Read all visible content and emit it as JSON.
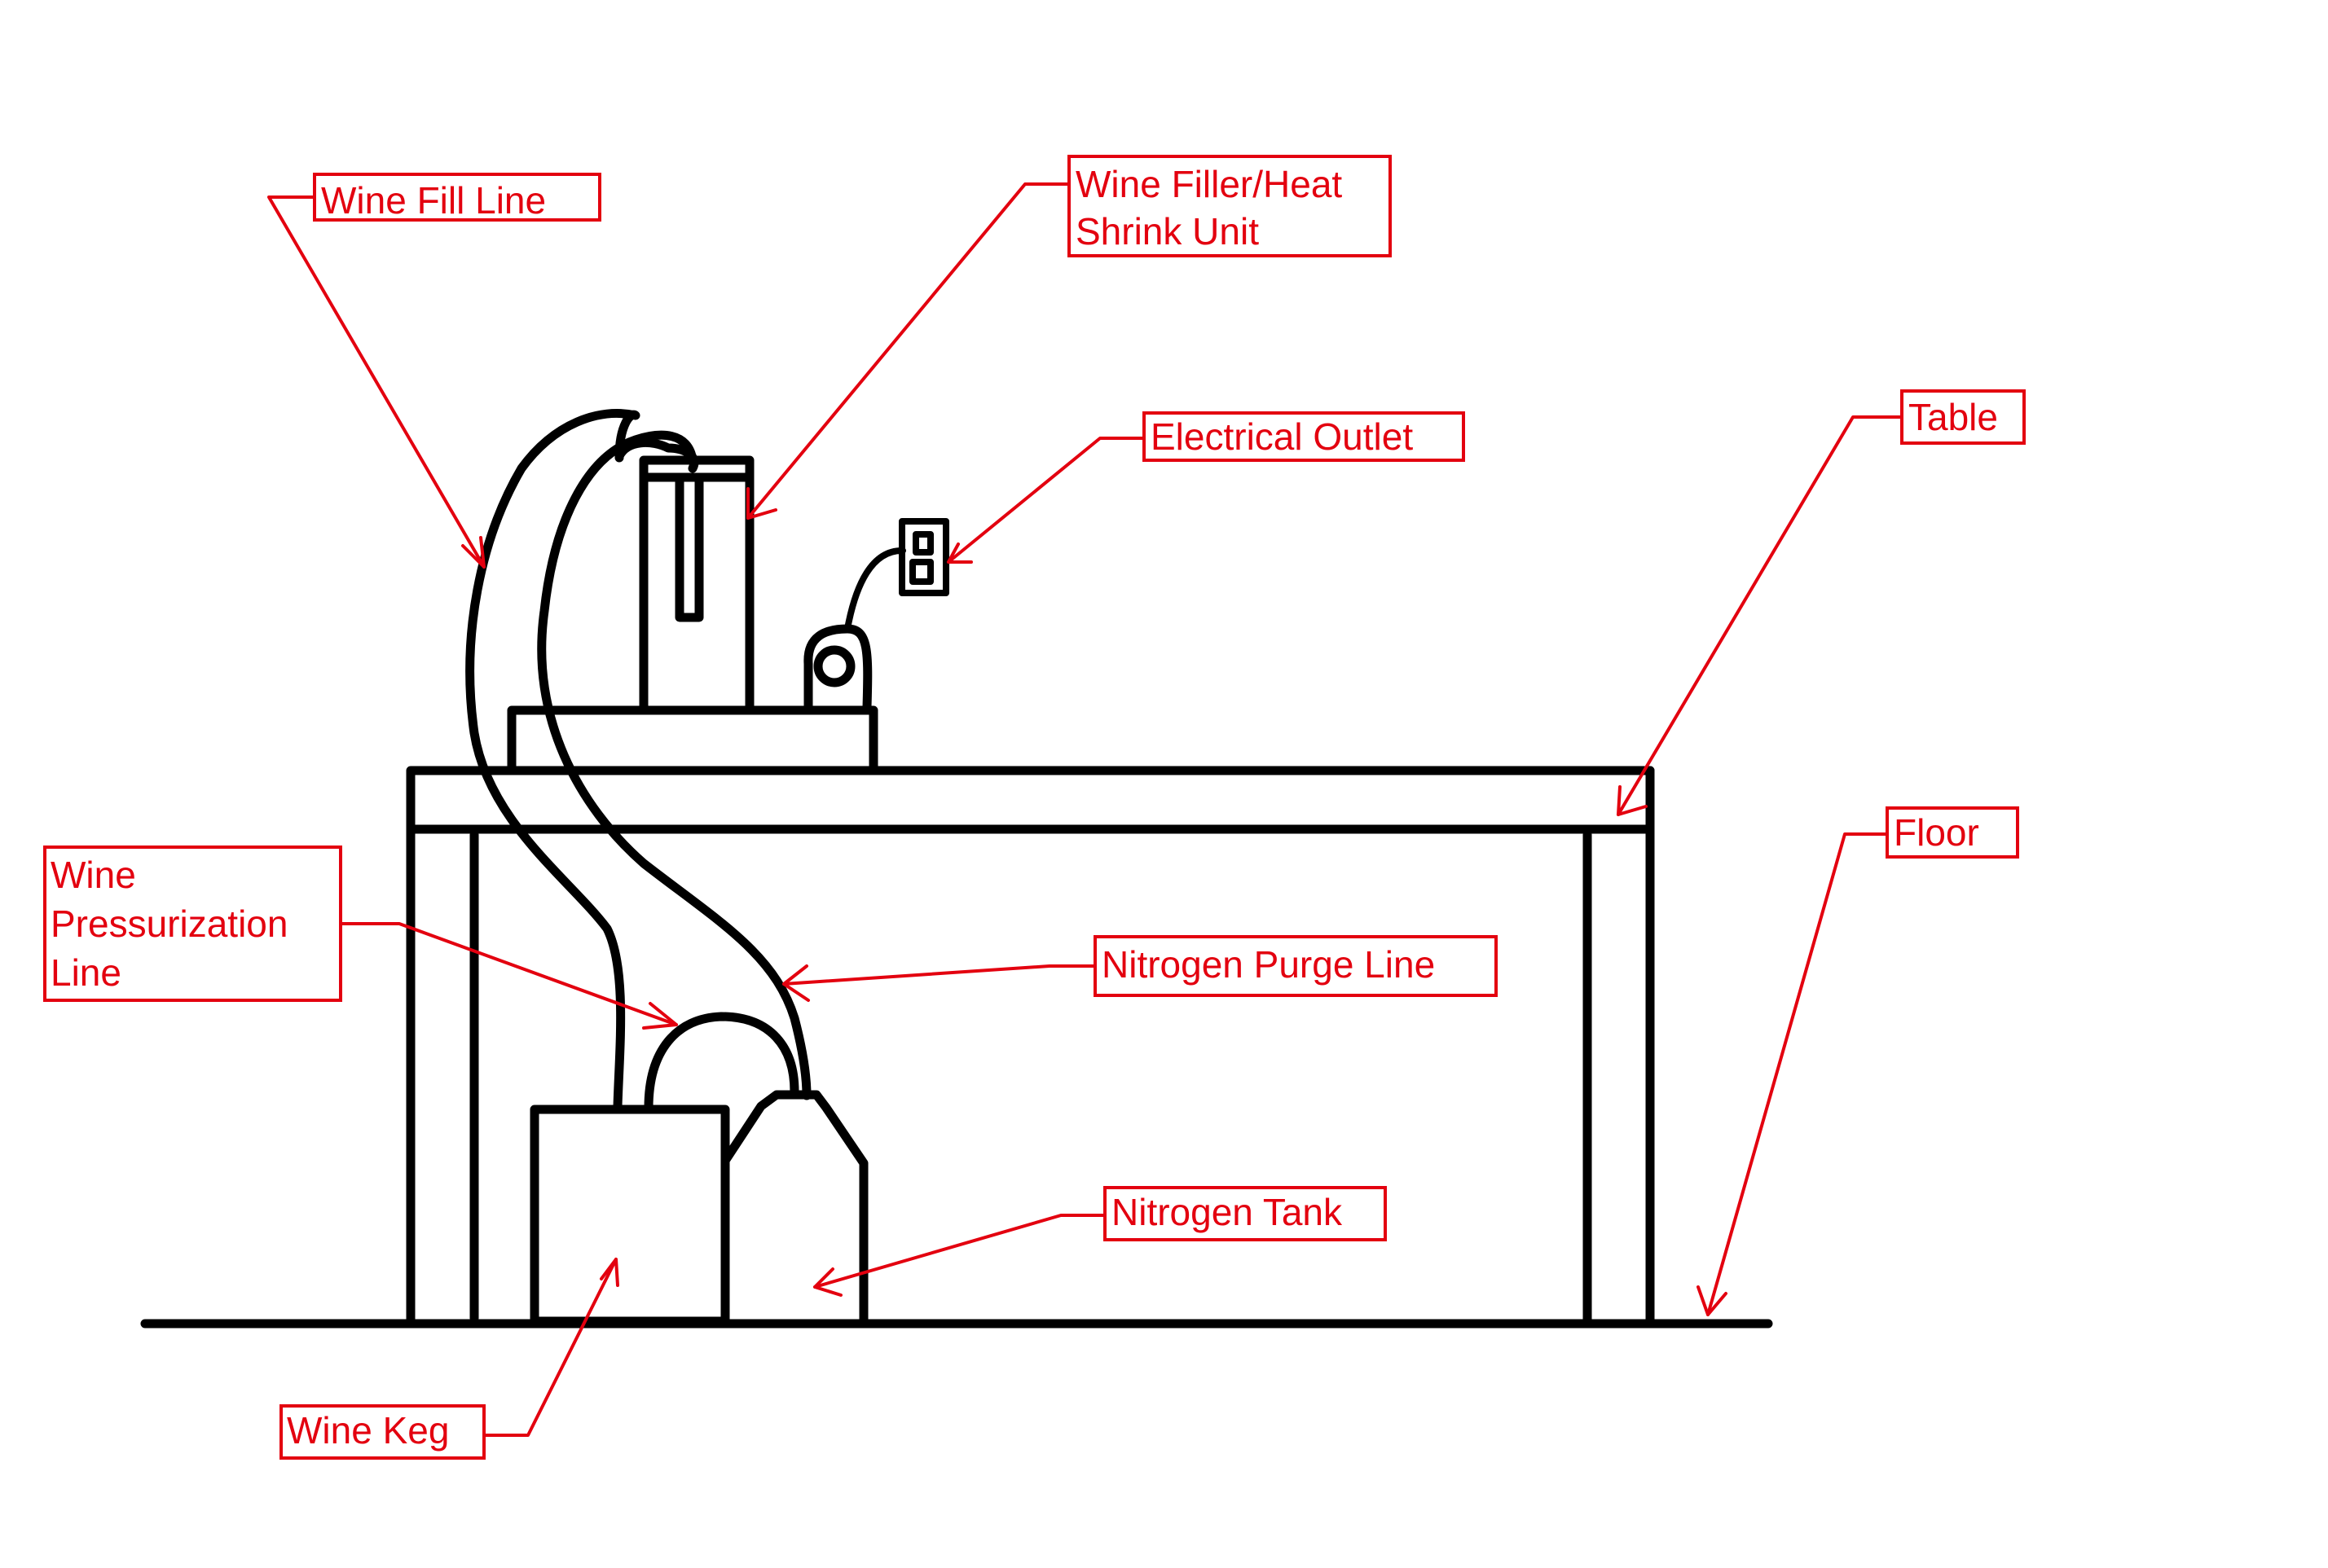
{
  "labels": {
    "wine_fill_line": "Wine Fill Line",
    "wine_filler_line1": "Wine Filler/Heat",
    "wine_filler_line2": "Shrink Unit",
    "electrical_outlet": "Electrical Outlet",
    "table": "Table",
    "floor": "Floor",
    "wine_pressurization_line1": "Wine",
    "wine_pressurization_line2": "Pressurization",
    "wine_pressurization_line3": "Line",
    "nitrogen_purge_line": "Nitrogen Purge Line",
    "nitrogen_tank": "Nitrogen Tank",
    "wine_keg": "Wine Keg"
  },
  "colors": {
    "ink": "#000000",
    "annotation": "#e3000f",
    "background": "#ffffff"
  }
}
